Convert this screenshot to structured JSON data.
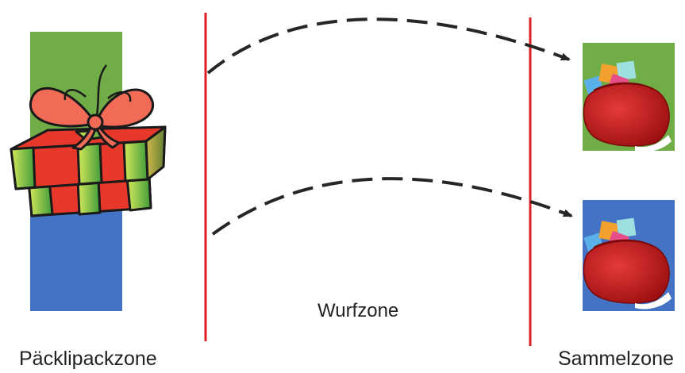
{
  "labels": {
    "packing_zone": "Päcklipackzone",
    "throw_zone": "Wurfzone",
    "collection_zone": "Sammelzone"
  },
  "colors": {
    "zone_line": "#dd1f26",
    "packing_top": "#70ad47",
    "packing_bottom": "#4472c4",
    "target_green": "#70ad47",
    "target_blue": "#4472c4",
    "throw_path": "#262626",
    "gift_red": "#e8382c",
    "gift_green": "#8cc63e",
    "ribbon": "#f26b57",
    "sack_red": "#c51a1a"
  },
  "icons": {
    "gift": "gift-box-icon",
    "sack": "santa-sack-icon"
  }
}
